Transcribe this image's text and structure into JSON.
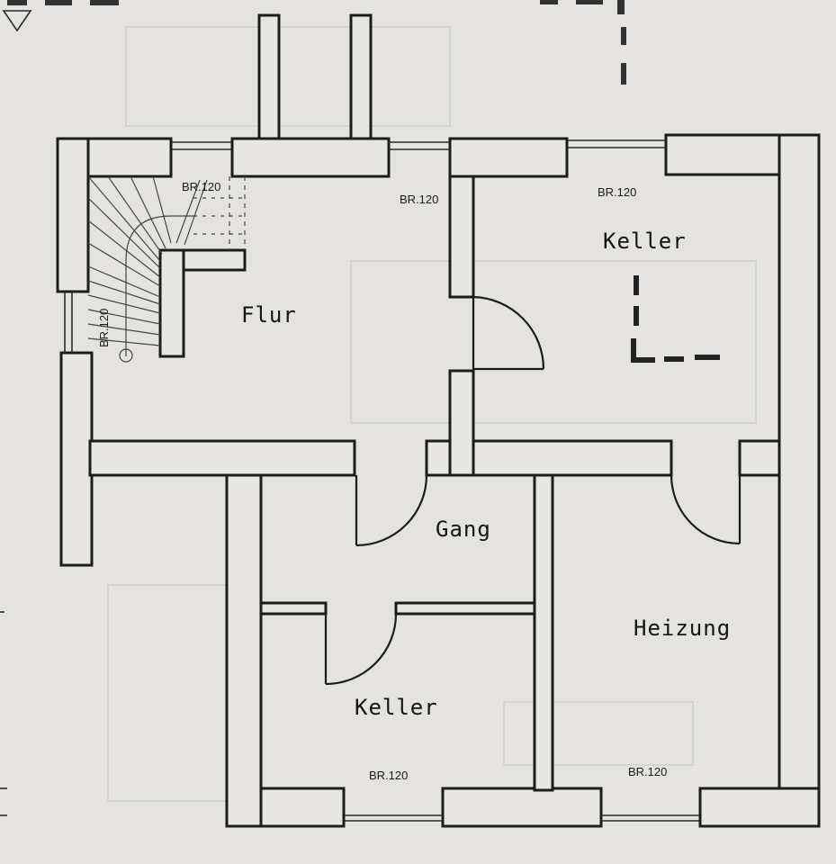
{
  "rooms": {
    "flur": "Flur",
    "keller_top": "Keller",
    "gang": "Gang",
    "heizung": "Heizung",
    "keller_bottom": "Keller"
  },
  "openings": {
    "stair_top": "BR.120",
    "flur_top": "BR.120",
    "keller_top": "BR.120",
    "stair_side": "BR.120",
    "keller_bottom": "BR.120",
    "heizung_bottom": "BR.120"
  }
}
